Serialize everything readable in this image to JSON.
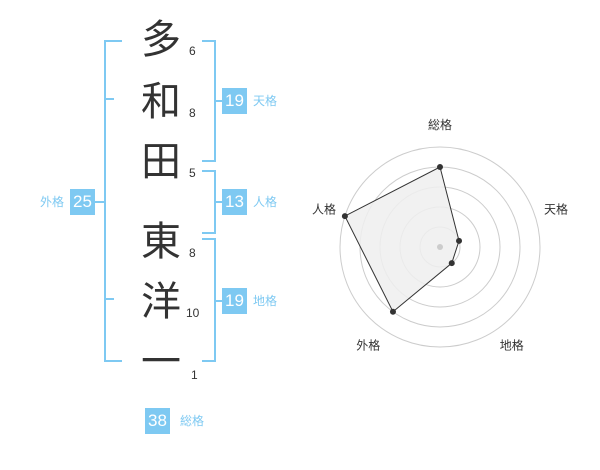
{
  "characters": [
    {
      "char": "多",
      "strokes": "6"
    },
    {
      "char": "和",
      "strokes": "8"
    },
    {
      "char": "田",
      "strokes": "5"
    },
    {
      "char": "東",
      "strokes": "8"
    },
    {
      "char": "洋",
      "strokes": "10"
    },
    {
      "char": "一",
      "strokes": "1"
    }
  ],
  "fortune": {
    "tenkaku": {
      "value": "19",
      "label": "天格"
    },
    "jinkaku": {
      "value": "13",
      "label": "人格"
    },
    "chikaku": {
      "value": "19",
      "label": "地格"
    },
    "gaikaku": {
      "value": "25",
      "label": "外格"
    },
    "soukaku": {
      "value": "38",
      "label": "総格"
    }
  },
  "colors": {
    "accent": "#7ec9f2",
    "text": "#333333",
    "grid": "#cccccc",
    "fill": "#eeeeee"
  },
  "chart_data": {
    "type": "radar",
    "axes": [
      "総格",
      "天格",
      "地格",
      "外格",
      "人格"
    ],
    "values": [
      4,
      1,
      1,
      4,
      5
    ],
    "max": 5,
    "rings": 5
  }
}
